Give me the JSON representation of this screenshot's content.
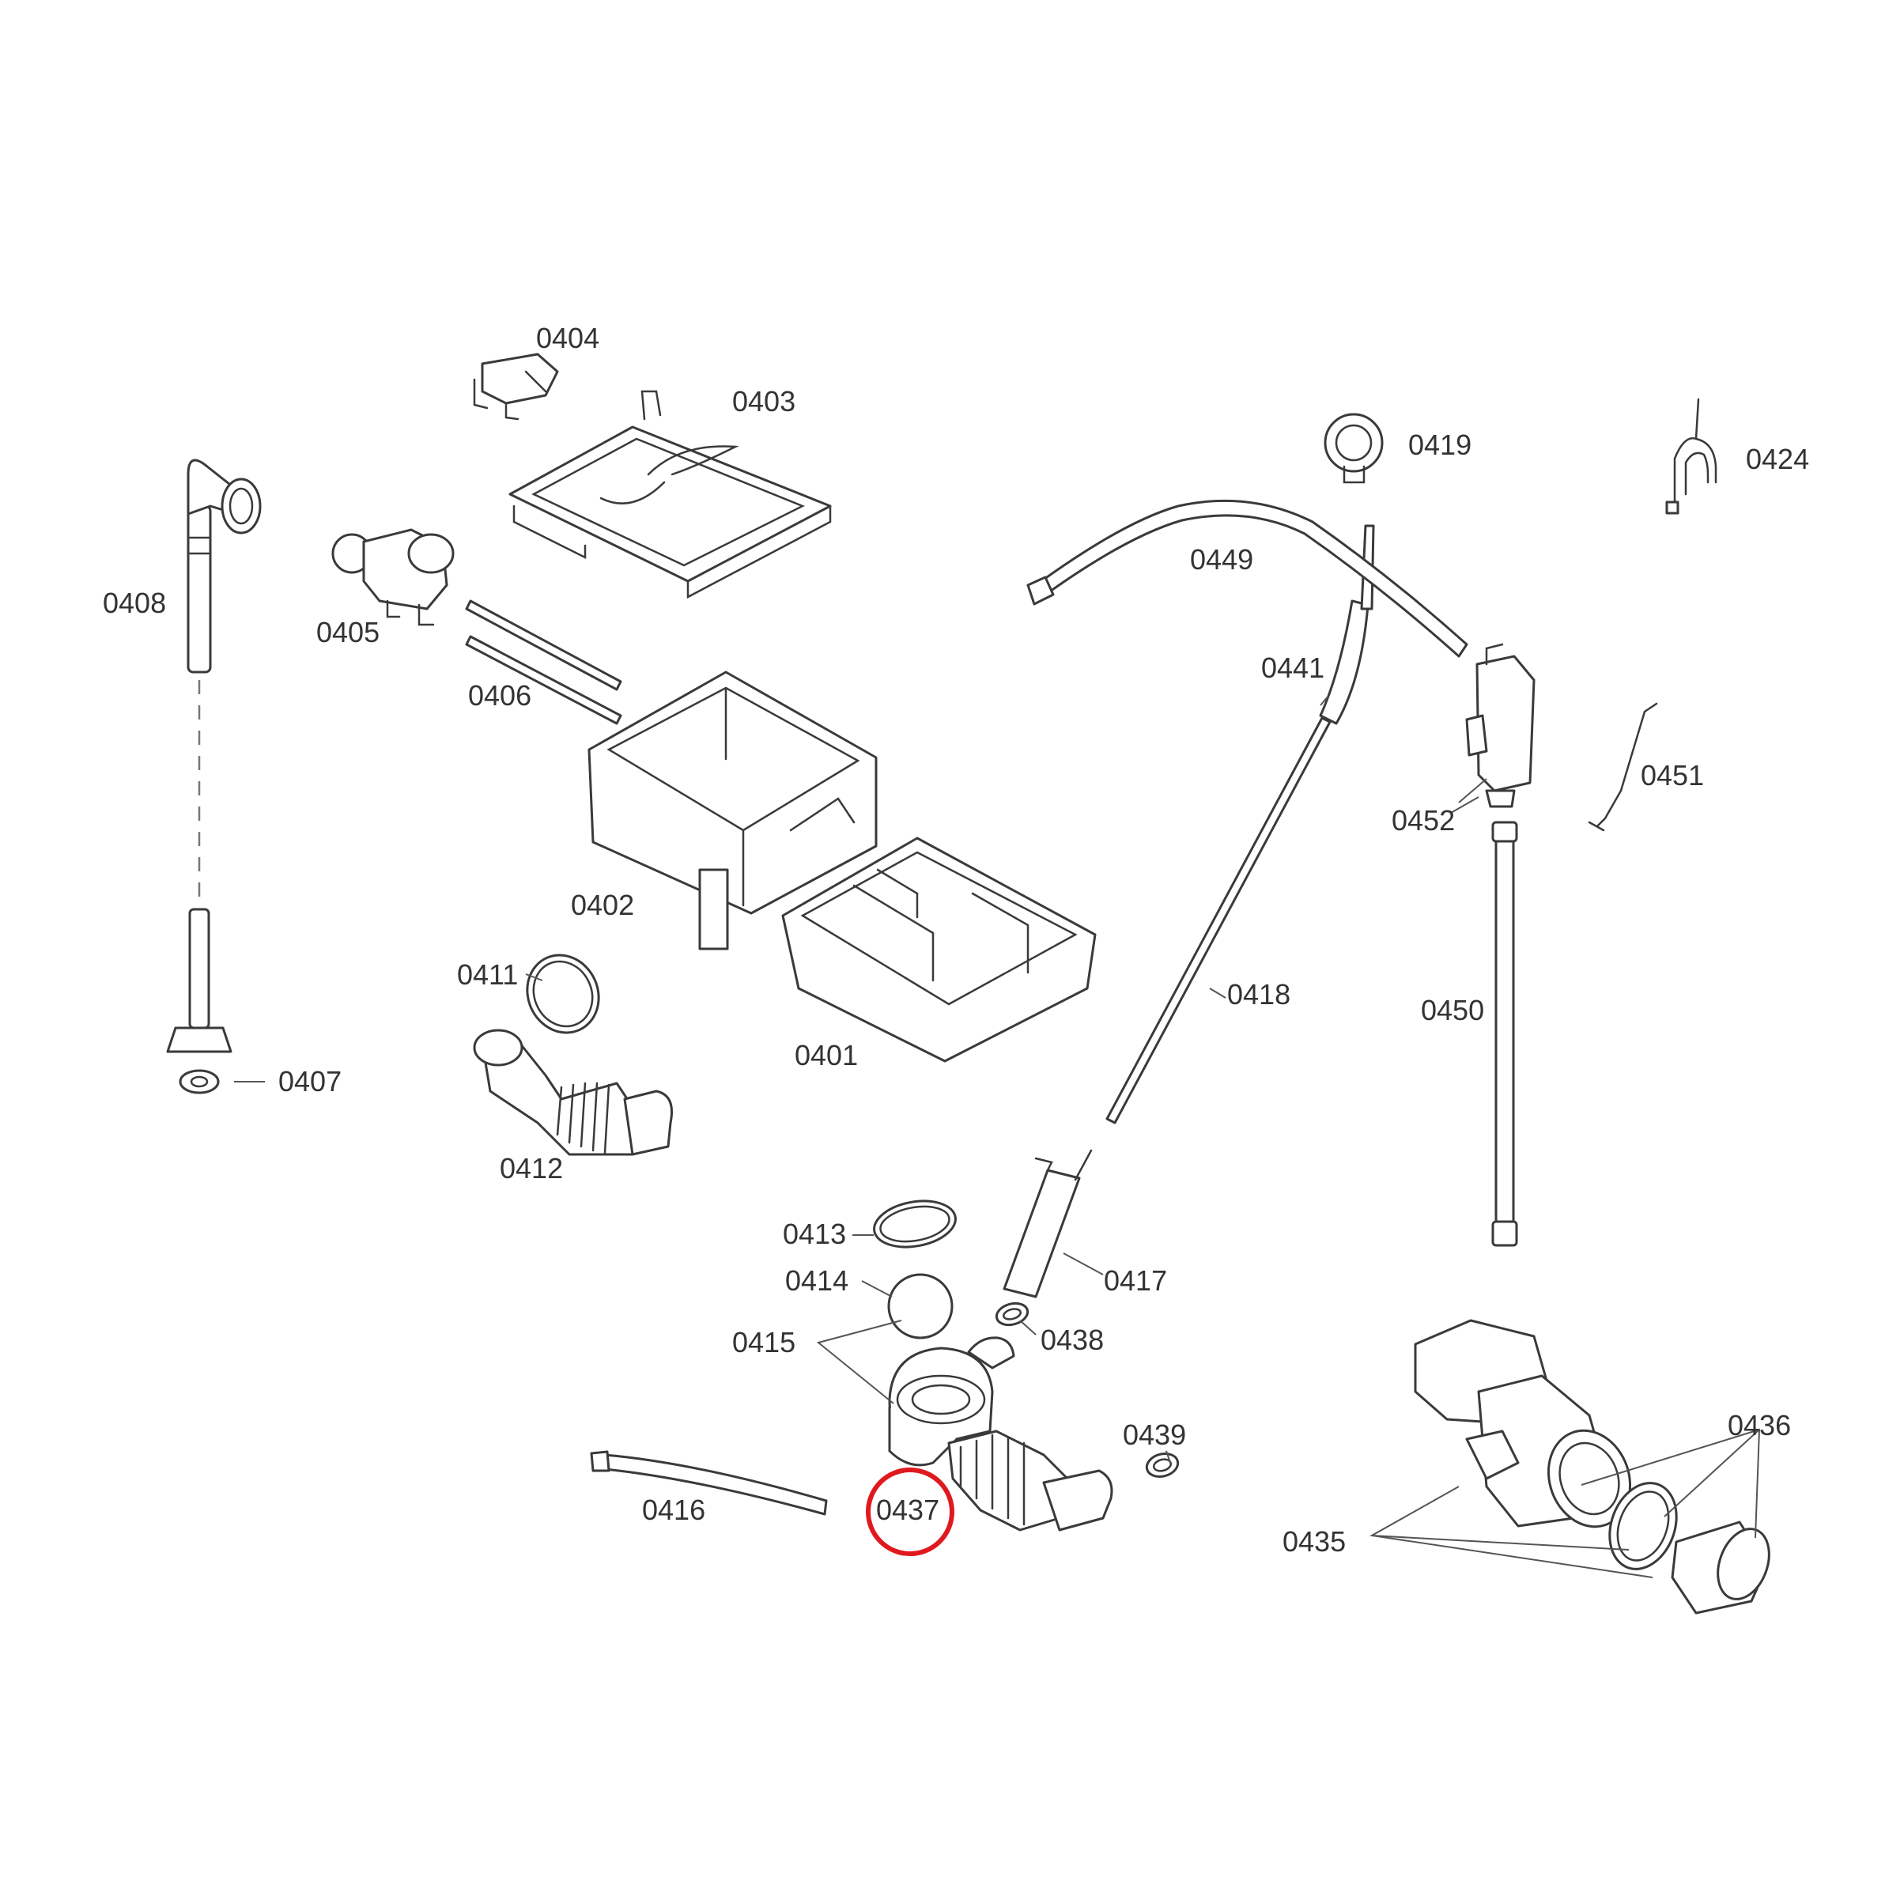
{
  "diagram": {
    "labels": {
      "p0401": "0401",
      "p0402": "0402",
      "p0403": "0403",
      "p0404": "0404",
      "p0405": "0405",
      "p0406": "0406",
      "p0407": "0407",
      "p0408": "0408",
      "p0411": "0411",
      "p0412": "0412",
      "p0413": "0413",
      "p0414": "0414",
      "p0415": "0415",
      "p0416": "0416",
      "p0417": "0417",
      "p0418": "0418",
      "p0419": "0419",
      "p0424": "0424",
      "p0435": "0435",
      "p0436": "0436",
      "p0437": "0437",
      "p0438": "0438",
      "p0439": "0439",
      "p0441": "0441",
      "p0449": "0449",
      "p0450": "0450",
      "p0451": "0451",
      "p0452": "0452"
    },
    "highlighted_part": "0437",
    "highlight_color": "#e0191f"
  }
}
